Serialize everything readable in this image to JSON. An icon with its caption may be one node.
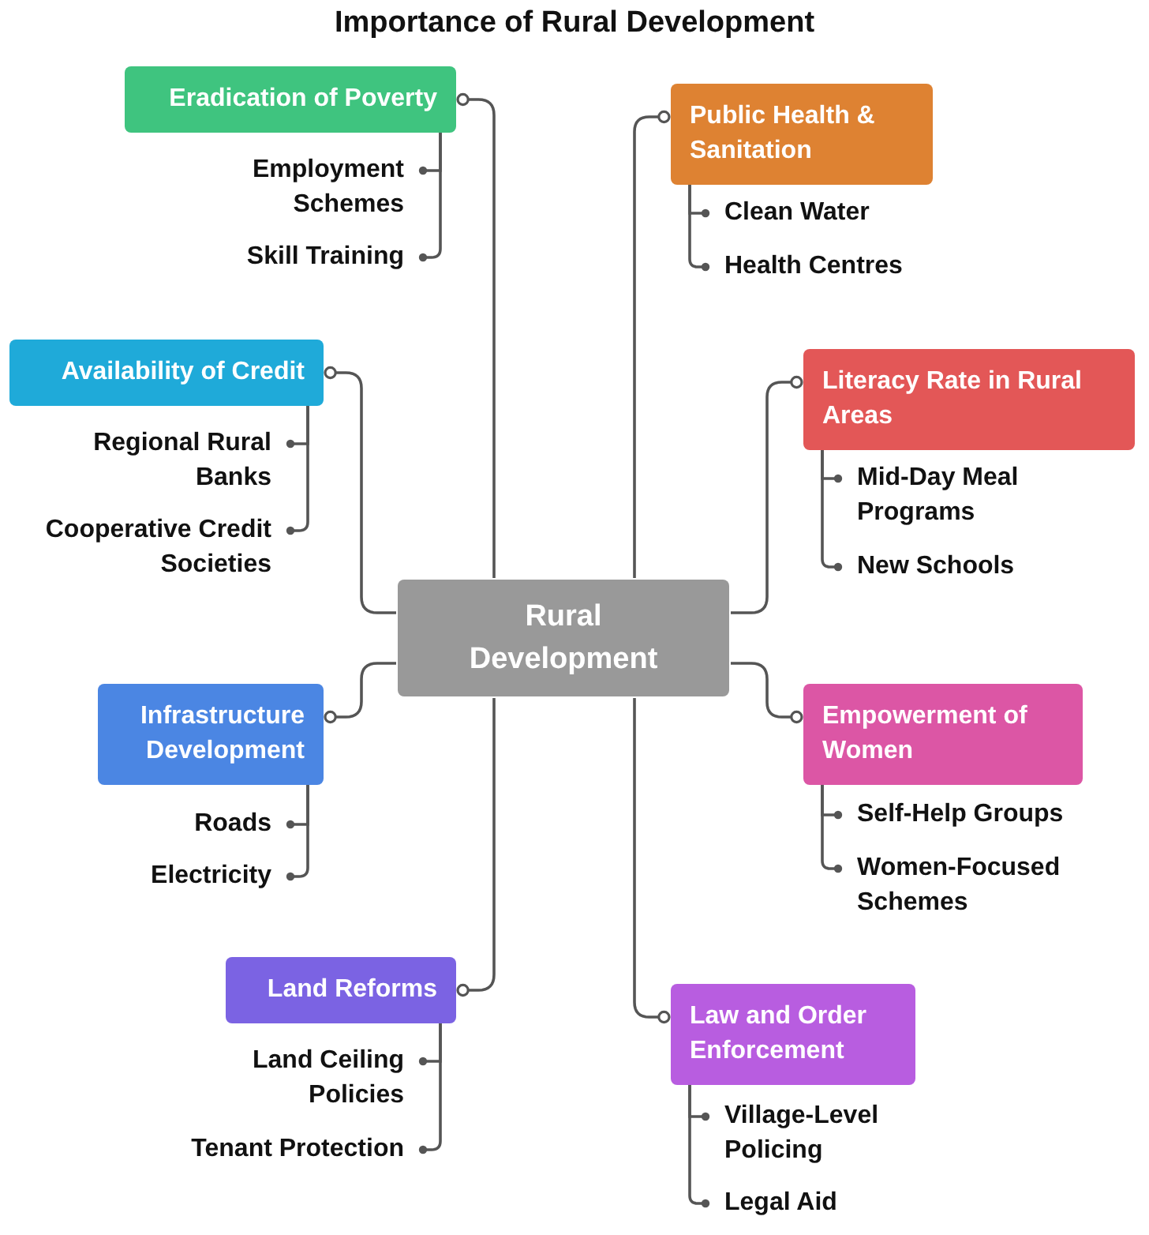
{
  "diagram": {
    "title": "Importance of Rural Development",
    "nodes": [
      {
        "text": [
          "Rural Development"
        ]
      },
      {
        "text": [
          "Eradication of Poverty"
        ]
      },
      {
        "text": [
          "Employment Schemes"
        ]
      },
      {
        "text": [
          "Skill Training"
        ]
      },
      {
        "text": [
          "Availability of Credit"
        ]
      },
      {
        "text": [
          "Regional Rural Banks"
        ]
      },
      {
        "text": [
          "Cooperative Credit Societies"
        ]
      },
      {
        "text": [
          "Infrastructure Development"
        ]
      },
      {
        "text": [
          "Roads"
        ]
      },
      {
        "text": [
          "Electricity"
        ]
      },
      {
        "text": [
          "Land Reforms"
        ]
      },
      {
        "text": [
          "Land Ceiling Policies"
        ]
      },
      {
        "text": [
          "Tenant Protection"
        ]
      },
      {
        "text": [
          "Public Health & Sanitation"
        ]
      },
      {
        "text": [
          "Clean Water"
        ]
      },
      {
        "text": [
          "Health Centres"
        ]
      },
      {
        "text": [
          "Literacy Rate in Rural Areas"
        ]
      },
      {
        "text": [
          "Mid-Day Meal Programs"
        ]
      },
      {
        "text": [
          "New Schools"
        ]
      },
      {
        "text": [
          "Empowerment of Women"
        ]
      },
      {
        "text": [
          "Self-Help Groups"
        ]
      },
      {
        "text": [
          "Women-Focused Schemes"
        ]
      },
      {
        "text": [
          "Law and Order Enforcement"
        ]
      },
      {
        "text": [
          "Village-Level Policing"
        ]
      },
      {
        "text": [
          "Legal Aid"
        ]
      }
    ],
    "edges": [
      {
        "from": 0,
        "to": 1,
        "arrow": "other"
      },
      {
        "from": 0,
        "to": 4,
        "arrow": "other"
      },
      {
        "from": 0,
        "to": 7,
        "arrow": "other"
      },
      {
        "from": 0,
        "to": 10,
        "arrow": "other"
      },
      {
        "from": 0,
        "to": 13,
        "arrow": "other"
      },
      {
        "from": 0,
        "to": 16,
        "arrow": "other"
      },
      {
        "from": 0,
        "to": 19,
        "arrow": "other"
      },
      {
        "from": 0,
        "to": 22,
        "arrow": "other"
      },
      {
        "from": 1,
        "to": 2,
        "arrow": "other"
      },
      {
        "from": 1,
        "to": 3,
        "arrow": "other"
      },
      {
        "from": 4,
        "to": 5,
        "arrow": "other"
      },
      {
        "from": 4,
        "to": 6,
        "arrow": "other"
      },
      {
        "from": 7,
        "to": 8,
        "arrow": "other"
      },
      {
        "from": 7,
        "to": 9,
        "arrow": "other"
      },
      {
        "from": 10,
        "to": 11,
        "arrow": "other"
      },
      {
        "from": 10,
        "to": 12,
        "arrow": "other"
      },
      {
        "from": 13,
        "to": 14,
        "arrow": "other"
      },
      {
        "from": 13,
        "to": 15,
        "arrow": "other"
      },
      {
        "from": 16,
        "to": 17,
        "arrow": "other"
      },
      {
        "from": 16,
        "to": 18,
        "arrow": "other"
      },
      {
        "from": 19,
        "to": 20,
        "arrow": "other"
      },
      {
        "from": 19,
        "to": 21,
        "arrow": "other"
      },
      {
        "from": 22,
        "to": 23,
        "arrow": "other"
      },
      {
        "from": 22,
        "to": 24,
        "arrow": "other"
      }
    ]
  }
}
